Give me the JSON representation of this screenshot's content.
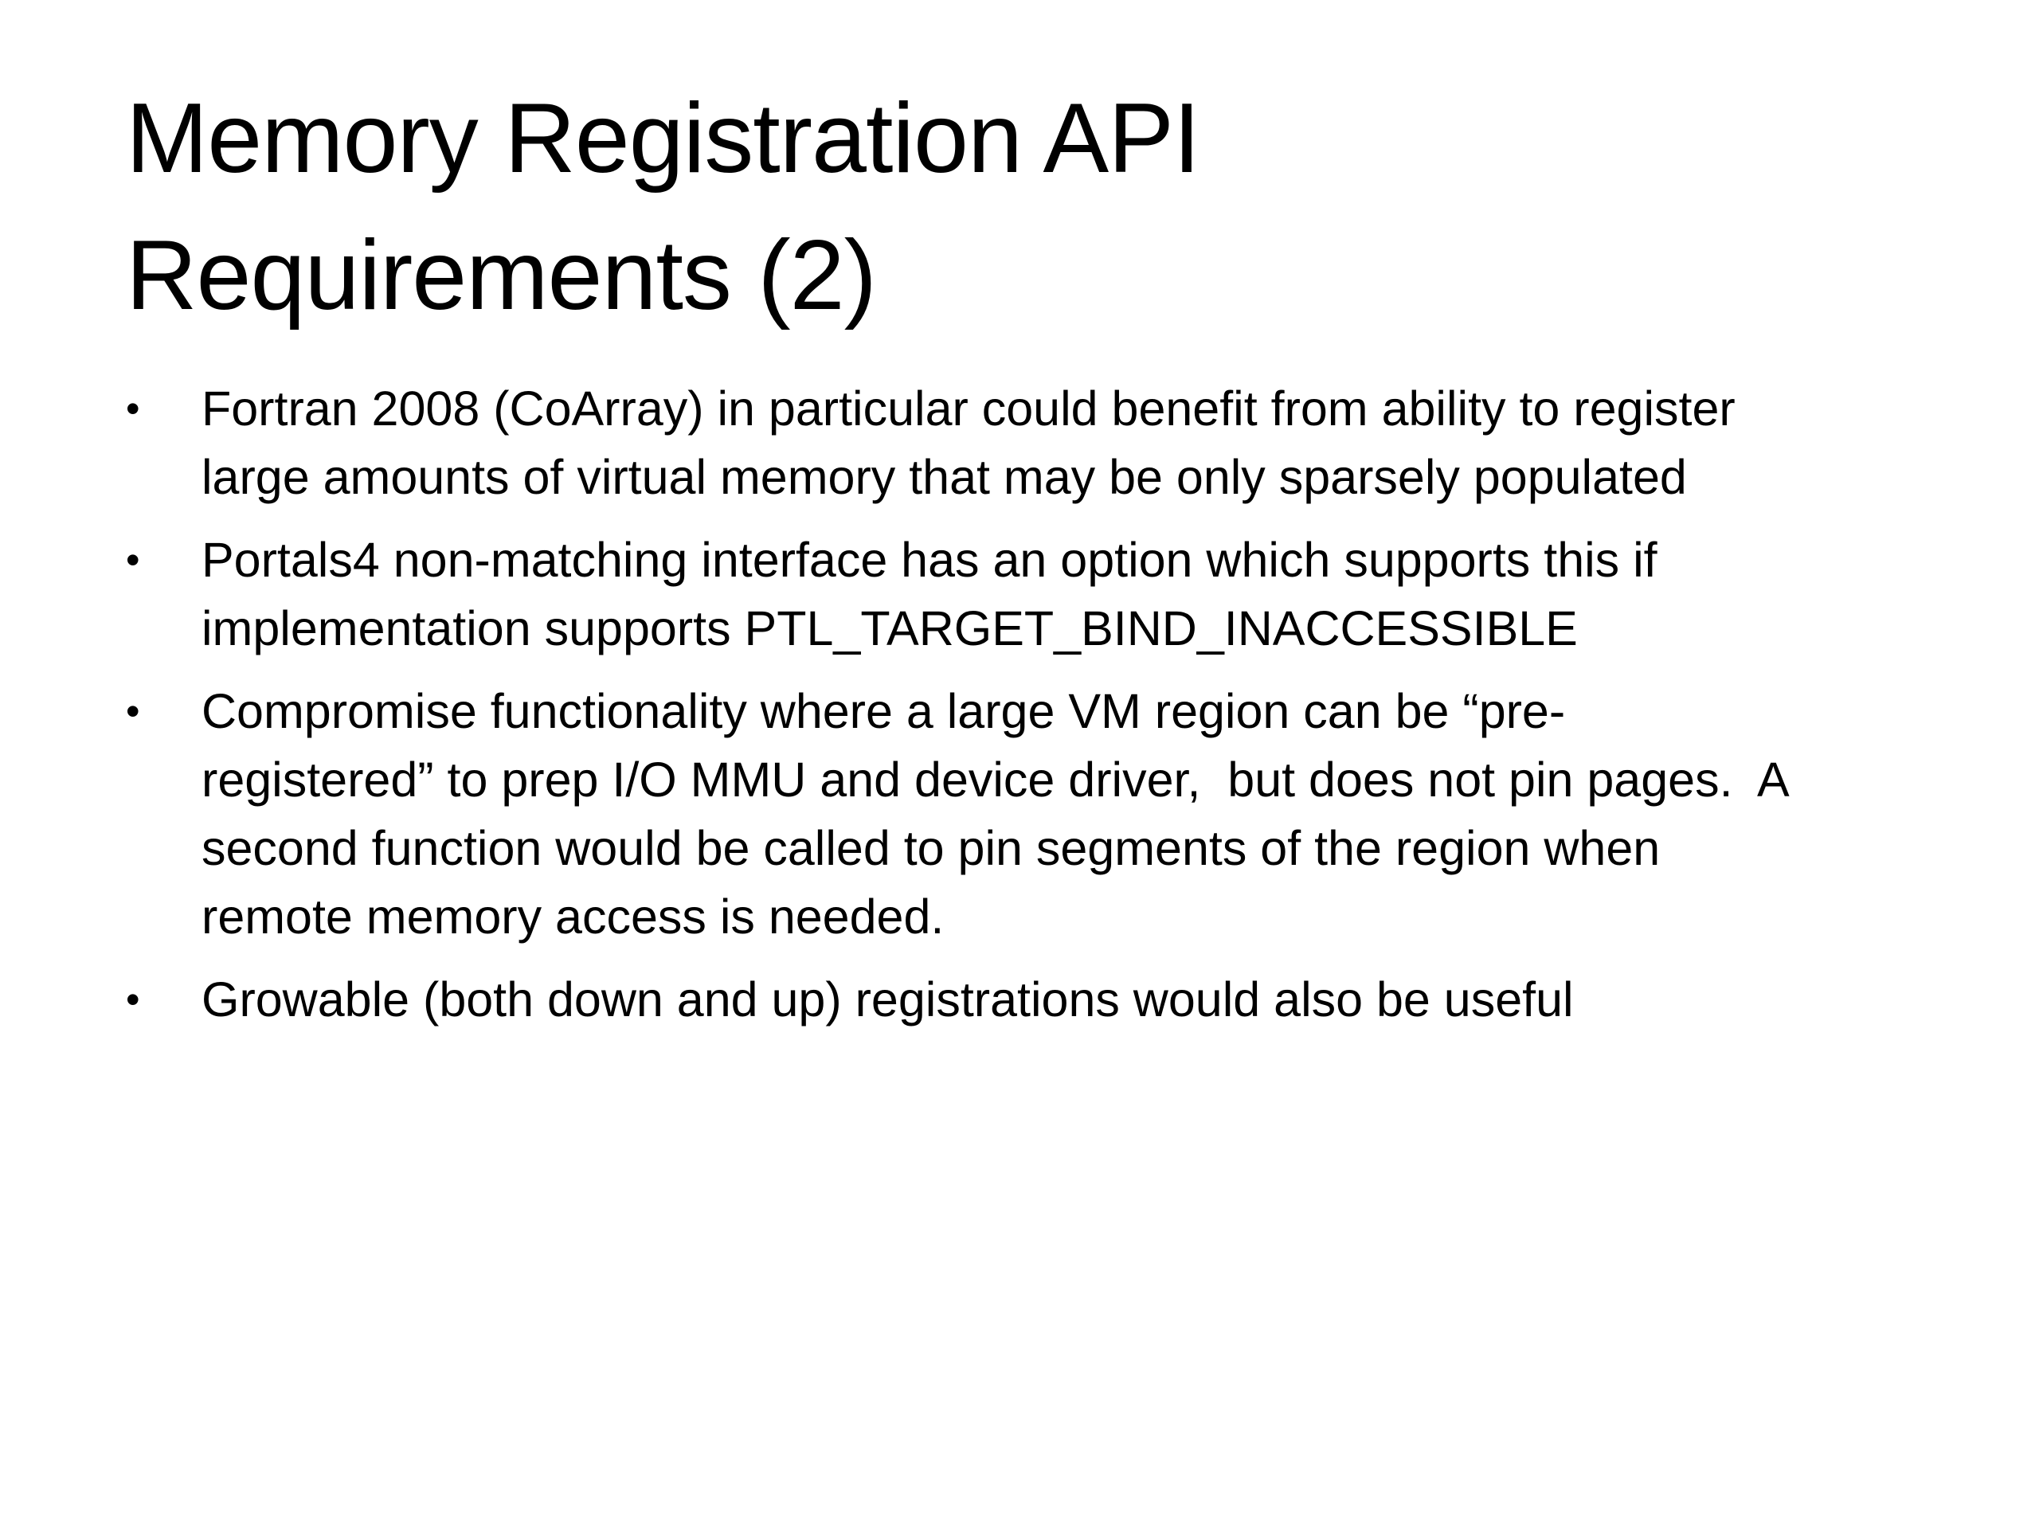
{
  "slide": {
    "title_lines": [
      "Memory Registration API",
      "Requirements (2)"
    ],
    "bullet_char": "•",
    "bullets": [
      {
        "lines": [
          "Fortran 2008 (CoArray) in particular could benefit from ability to register",
          "large amounts of virtual memory that may be only sparsely populated"
        ]
      },
      {
        "lines": [
          "Portals4 non-matching interface has an option which supports this if",
          "implementation supports PTL_TARGET_BIND_INACCESSIBLE"
        ]
      },
      {
        "lines": [
          "Compromise functionality where a large VM region can be “pre-",
          "registered” to prep I/O MMU and device driver,  but does not pin pages.  A",
          "second function would be called to pin segments of the region when",
          "remote memory access is needed."
        ]
      },
      {
        "lines": [
          "Growable (both down and up) registrations would also be useful"
        ]
      }
    ]
  }
}
